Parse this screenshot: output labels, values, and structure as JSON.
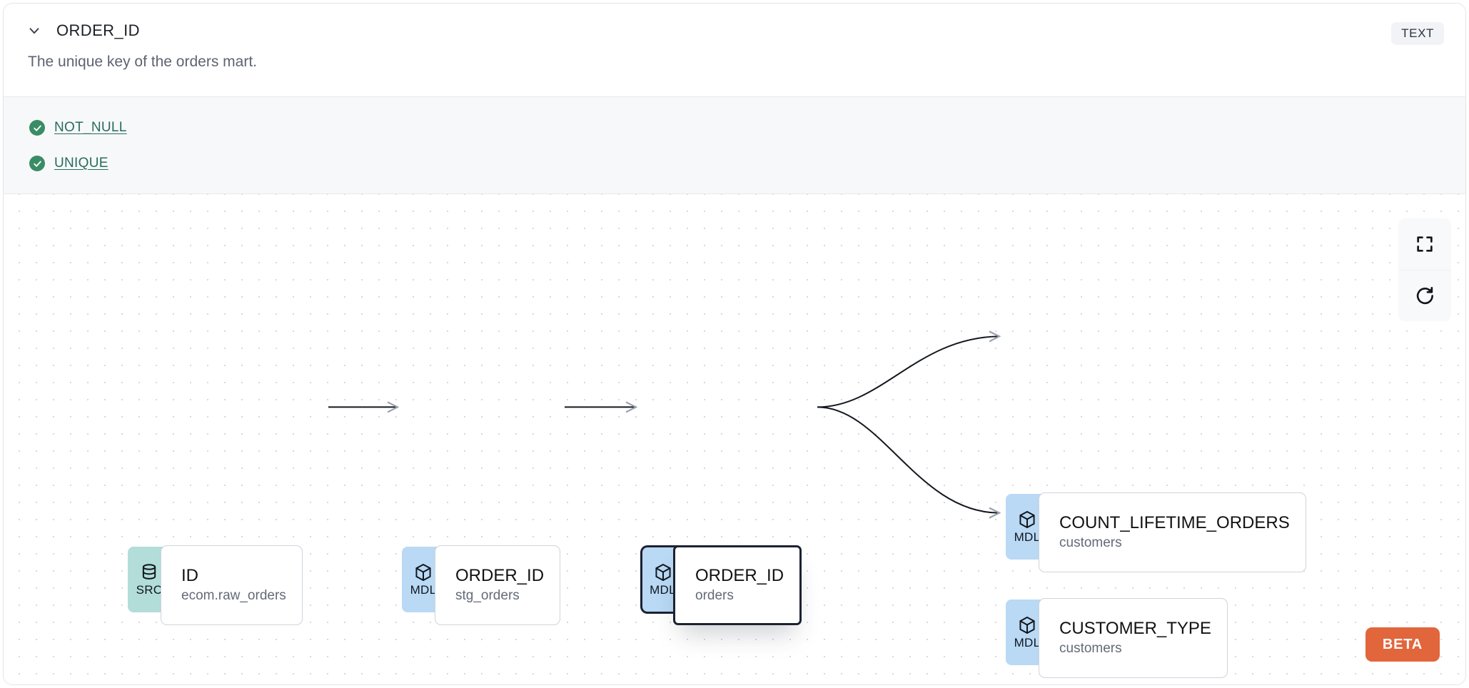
{
  "header": {
    "collapse_icon": "chevron-down-icon",
    "title": "ORDER_ID",
    "type_badge": "TEXT",
    "description": "The unique key of the orders mart."
  },
  "tests": {
    "items": [
      {
        "status_icon": "check-circle-icon",
        "label": "NOT_NULL"
      },
      {
        "status_icon": "check-circle-icon",
        "label": "UNIQUE"
      }
    ]
  },
  "lineage": {
    "controls": [
      {
        "icon": "fullscreen-icon",
        "name": "fullscreen"
      },
      {
        "icon": "refresh-icon",
        "name": "refresh"
      }
    ],
    "beta_label": "BETA",
    "nodes": [
      {
        "id": "src-id",
        "badge": "SRC",
        "badge_icon": "database-icon",
        "name": "ID",
        "sub": "ecom.raw_orders",
        "selected": false
      },
      {
        "id": "mdl-stg-orders",
        "badge": "MDL",
        "badge_icon": "cube-icon",
        "name": "ORDER_ID",
        "sub": "stg_orders",
        "selected": false
      },
      {
        "id": "mdl-orders",
        "badge": "MDL",
        "badge_icon": "cube-icon",
        "name": "ORDER_ID",
        "sub": "orders",
        "selected": true
      },
      {
        "id": "mdl-count-lifetime-orders",
        "badge": "MDL",
        "badge_icon": "cube-icon",
        "name": "COUNT_LIFETIME_ORDERS",
        "sub": "customers",
        "selected": false
      },
      {
        "id": "mdl-customer-type",
        "badge": "MDL",
        "badge_icon": "cube-icon",
        "name": "CUSTOMER_TYPE",
        "sub": "customers",
        "selected": false
      }
    ],
    "edges": [
      {
        "from": "src-id",
        "to": "mdl-stg-orders"
      },
      {
        "from": "mdl-stg-orders",
        "to": "mdl-orders"
      },
      {
        "from": "mdl-orders",
        "to": "mdl-count-lifetime-orders"
      },
      {
        "from": "mdl-orders",
        "to": "mdl-customer-type"
      }
    ]
  },
  "colors": {
    "src_badge": "#b2ddd9",
    "mdl_badge": "#b9d9f5",
    "test_pass": "#3a8c66",
    "test_link": "#2a6b5e",
    "beta": "#e2663c",
    "selected_border": "#1c2232"
  }
}
